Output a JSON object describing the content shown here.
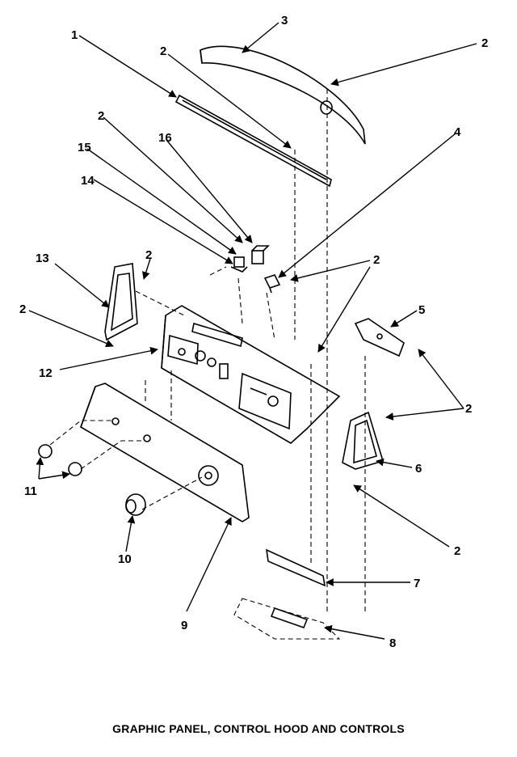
{
  "diagram": {
    "caption": "GRAPHIC PANEL, CONTROL HOOD AND CONTROLS",
    "callouts": {
      "c1": "1",
      "c2a": "2",
      "c2b": "2",
      "c3": "3",
      "c4": "4",
      "c5": "5",
      "c6": "6",
      "c7": "7",
      "c8": "8",
      "c9": "9",
      "c10": "10",
      "c11": "11",
      "c12": "12",
      "c13": "13",
      "c14": "14",
      "c15": "15",
      "c16": "16",
      "c2c": "2",
      "c2d": "2",
      "c2e": "2",
      "c2f": "2",
      "c2g": "2",
      "c2h": "2"
    }
  }
}
